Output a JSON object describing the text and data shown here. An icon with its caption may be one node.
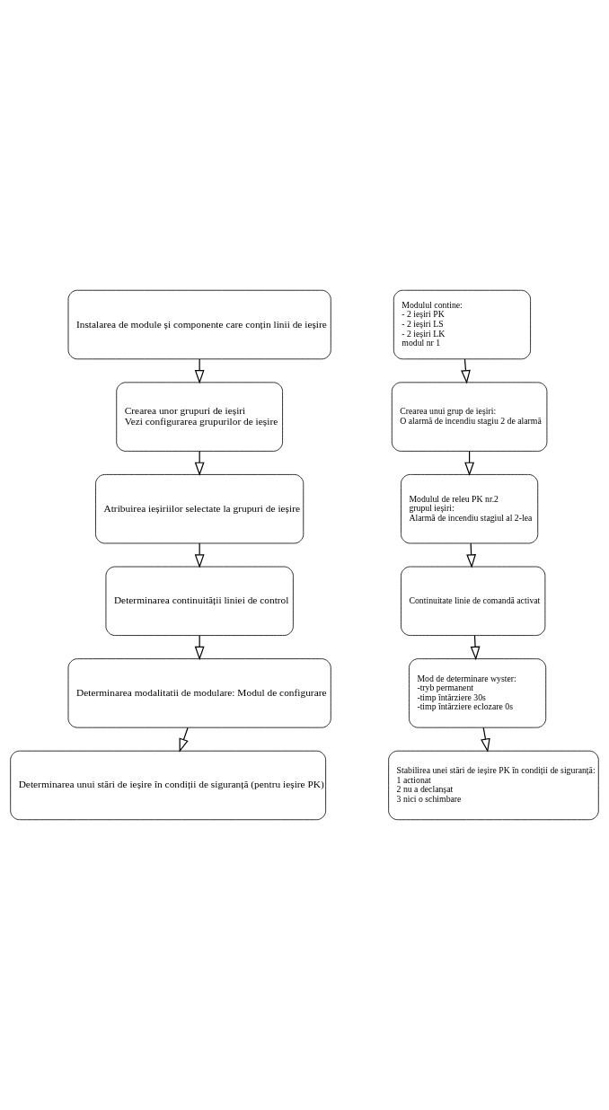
{
  "diagram": {
    "nodes": [
      {
        "text": [
          "Instalarea de module și componente care conțin linii de ieșire"
        ]
      },
      {
        "text": [
          "Crearea unor grupuri de ieșiri",
          "Vezi configurarea grupurilor de ieșire"
        ]
      },
      {
        "text": [
          "Atribuirea ieșiriilor selectate la grupuri de ieșire"
        ]
      },
      {
        "text": [
          "Determinarea continuității liniei de control"
        ]
      },
      {
        "text": [
          "Determinarea modalitatii de modulare: Modul de configurare"
        ]
      },
      {
        "text": [
          "Determinarea unui stări de ieșire în condiții de siguranță (pentru ieșire PK)"
        ]
      },
      {
        "text": [
          "Modulul contine:",
          "- 2 ieșiri PK",
          "- 2 ieșiri LS",
          "- 2 ieșiri LK",
          "modul nr 1"
        ]
      },
      {
        "text": [
          "Crearea unui grup de ieșiri:",
          "O alarmă de incendiu stagiu 2 de alarmă"
        ]
      },
      {
        "text": [
          "Modulul de releu PK nr.2",
          "grupul ieșiri:",
          "Alarmă de incendiu stagiul al 2-lea"
        ]
      },
      {
        "text": [
          "Continuitate linie de comandă activat"
        ]
      },
      {
        "text": [
          "Mod de determinare wyster:",
          "-tryb permanent",
          "-timp întârziere 30s",
          "-timp întârziere eclozare 0s"
        ]
      },
      {
        "text": [
          "Stabilirea unei stări de ieșire PK în condiții de siguranță:",
          "1 actionat",
          "2 nu a declanșat",
          "3 nici o schimbare"
        ]
      }
    ],
    "edges": [
      {
        "from": 0,
        "to": 1,
        "arrow": "to"
      },
      {
        "from": 1,
        "to": 2,
        "arrow": "to"
      },
      {
        "from": 2,
        "to": 3,
        "arrow": "to"
      },
      {
        "from": 3,
        "to": 4,
        "arrow": "to"
      },
      {
        "from": 4,
        "to": 5,
        "arrow": "to"
      },
      {
        "from": 6,
        "to": 7,
        "arrow": "to"
      },
      {
        "from": 7,
        "to": 8,
        "arrow": "to"
      },
      {
        "from": 8,
        "to": 9,
        "arrow": "to"
      },
      {
        "from": 9,
        "to": 10,
        "arrow": "to"
      },
      {
        "from": 10,
        "to": 11,
        "arrow": "to"
      }
    ]
  }
}
